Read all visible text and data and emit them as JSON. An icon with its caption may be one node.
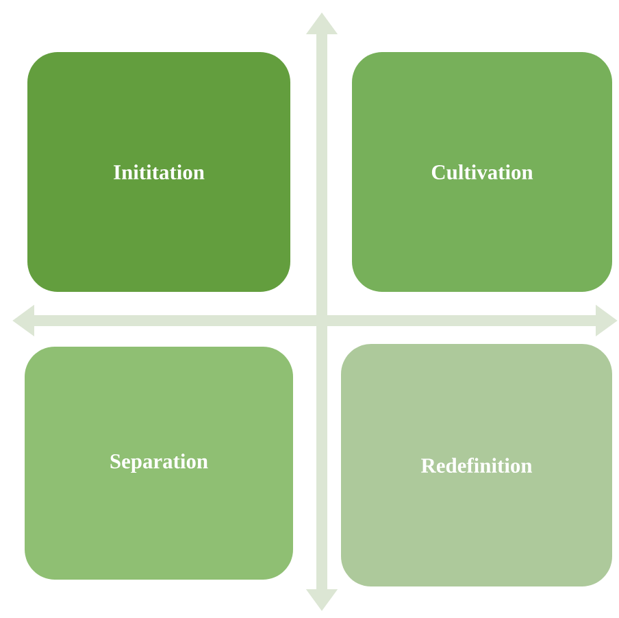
{
  "diagram": {
    "nodes": [
      {
        "text": [
          "Inititation"
        ]
      },
      {
        "text": [
          "Cultivation"
        ]
      },
      {
        "text": [
          "Separation"
        ]
      },
      {
        "text": [
          "Redefinition"
        ]
      }
    ]
  }
}
